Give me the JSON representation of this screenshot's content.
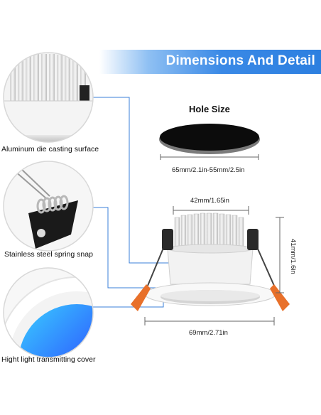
{
  "banner": {
    "title": "Dimensions And Detail"
  },
  "callouts": [
    {
      "label": "Aluminum die casting surface"
    },
    {
      "label": "Stainless steel spring snap"
    },
    {
      "label": "Hight light transmitting cover"
    }
  ],
  "hole": {
    "title": "Hole Size",
    "size": "65mm/2.1in-55mm/2.5in"
  },
  "dimensions": {
    "top_width": "42mm/1.65in",
    "height": "41mm/1.6in",
    "bottom_width": "69mm/2.71in"
  },
  "colors": {
    "banner": "#2c7fe0",
    "callout_line": "#3a7fd8",
    "clip": "#e8702a"
  }
}
